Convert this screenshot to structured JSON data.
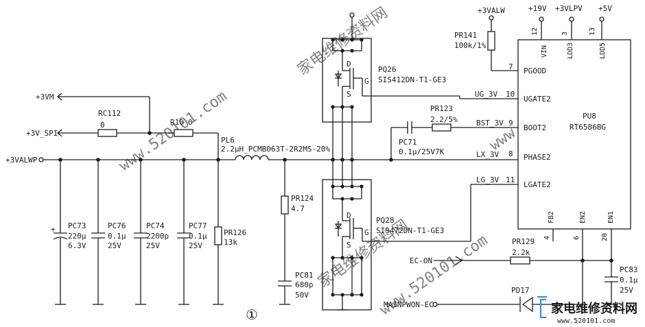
{
  "nets": {
    "vm": "+3VM",
    "spi": "+3V_SPI",
    "valwp": "+3VALWP",
    "valw": "+3VALW",
    "v19": "+19V",
    "vlpv": "+3VLPV",
    "v5": "+5V",
    "ug": "UG_3V",
    "bst": "BST_3V",
    "lx": "LX_3V",
    "lg": "LG_3V",
    "ecOn": "EC-ON",
    "mainpwon": "MAINPWON-EC"
  },
  "parts": {
    "rc112": {
      "ref": "RC112",
      "value": "0"
    },
    "r10": {
      "ref": "R10",
      "value": "0"
    },
    "pl6": {
      "ref": "PL6",
      "value": "2.2μH_PCMB063T-2R2MS-20%"
    },
    "pc73": {
      "ref": "PC73",
      "v1": "220μ",
      "v2": "6.3V"
    },
    "pc76": {
      "ref": "PC76",
      "v1": "0.1μ",
      "v2": "25V"
    },
    "pc74": {
      "ref": "PC74",
      "v1": "2200p",
      "v2": "25V"
    },
    "pc77": {
      "ref": "PC77",
      "v1": "0.1μ",
      "v2": "25V"
    },
    "pr126": {
      "ref": "PR126",
      "value": "13k"
    },
    "pr124": {
      "ref": "PR124",
      "value": "4.7"
    },
    "pc81": {
      "ref": "PC81",
      "v1": "680p",
      "v2": "50V"
    },
    "pq26": {
      "ref": "PQ26",
      "part": "SIS412DN-T1-GE3"
    },
    "pq28": {
      "ref": "PQ28",
      "part": "SIS472DN-T1-GE3"
    },
    "pr141": {
      "ref": "PR141",
      "value": "100k/1%"
    },
    "pr123": {
      "ref": "PR123",
      "value": "2.2/5%"
    },
    "pc71": {
      "ref": "PC71",
      "value": "0.1μ/25V7K"
    },
    "pr129": {
      "ref": "PR129",
      "value": "2.2k"
    },
    "pc83": {
      "ref": "PC83",
      "v1": "0.1μ",
      "v2": "25V"
    },
    "pd17": {
      "ref": "PD17"
    }
  },
  "mosfet": {
    "d": "D",
    "g": "G",
    "s": "S"
  },
  "ic": {
    "ref": "PU8",
    "part": "RT6586BG",
    "pins": {
      "pgood": {
        "name": "PGOOD",
        "num": "7"
      },
      "ugate": {
        "name": "UGATE2",
        "num": "10"
      },
      "boot": {
        "name": "BOOT2",
        "num": "9"
      },
      "phase": {
        "name": "PHASE2",
        "num": "8"
      },
      "lgate": {
        "name": "LGATE2",
        "num": "11"
      },
      "vin": {
        "name": "VIN",
        "num": "12"
      },
      "ldd3": {
        "name": "LDD3",
        "num": "3"
      },
      "ldd5": {
        "name": "LDD5",
        "num": "13"
      },
      "fb2": {
        "name": "FB2",
        "num": "4"
      },
      "en2": {
        "name": "EN2",
        "num": "6"
      },
      "en1": {
        "name": "EN1",
        "num": "20"
      }
    }
  },
  "marker": "①",
  "watermark": {
    "cn": "家电维修资料网",
    "url": "www.520101.com"
  },
  "brand": {
    "name": "家电维修资料网",
    "url": "www.520101.com"
  }
}
